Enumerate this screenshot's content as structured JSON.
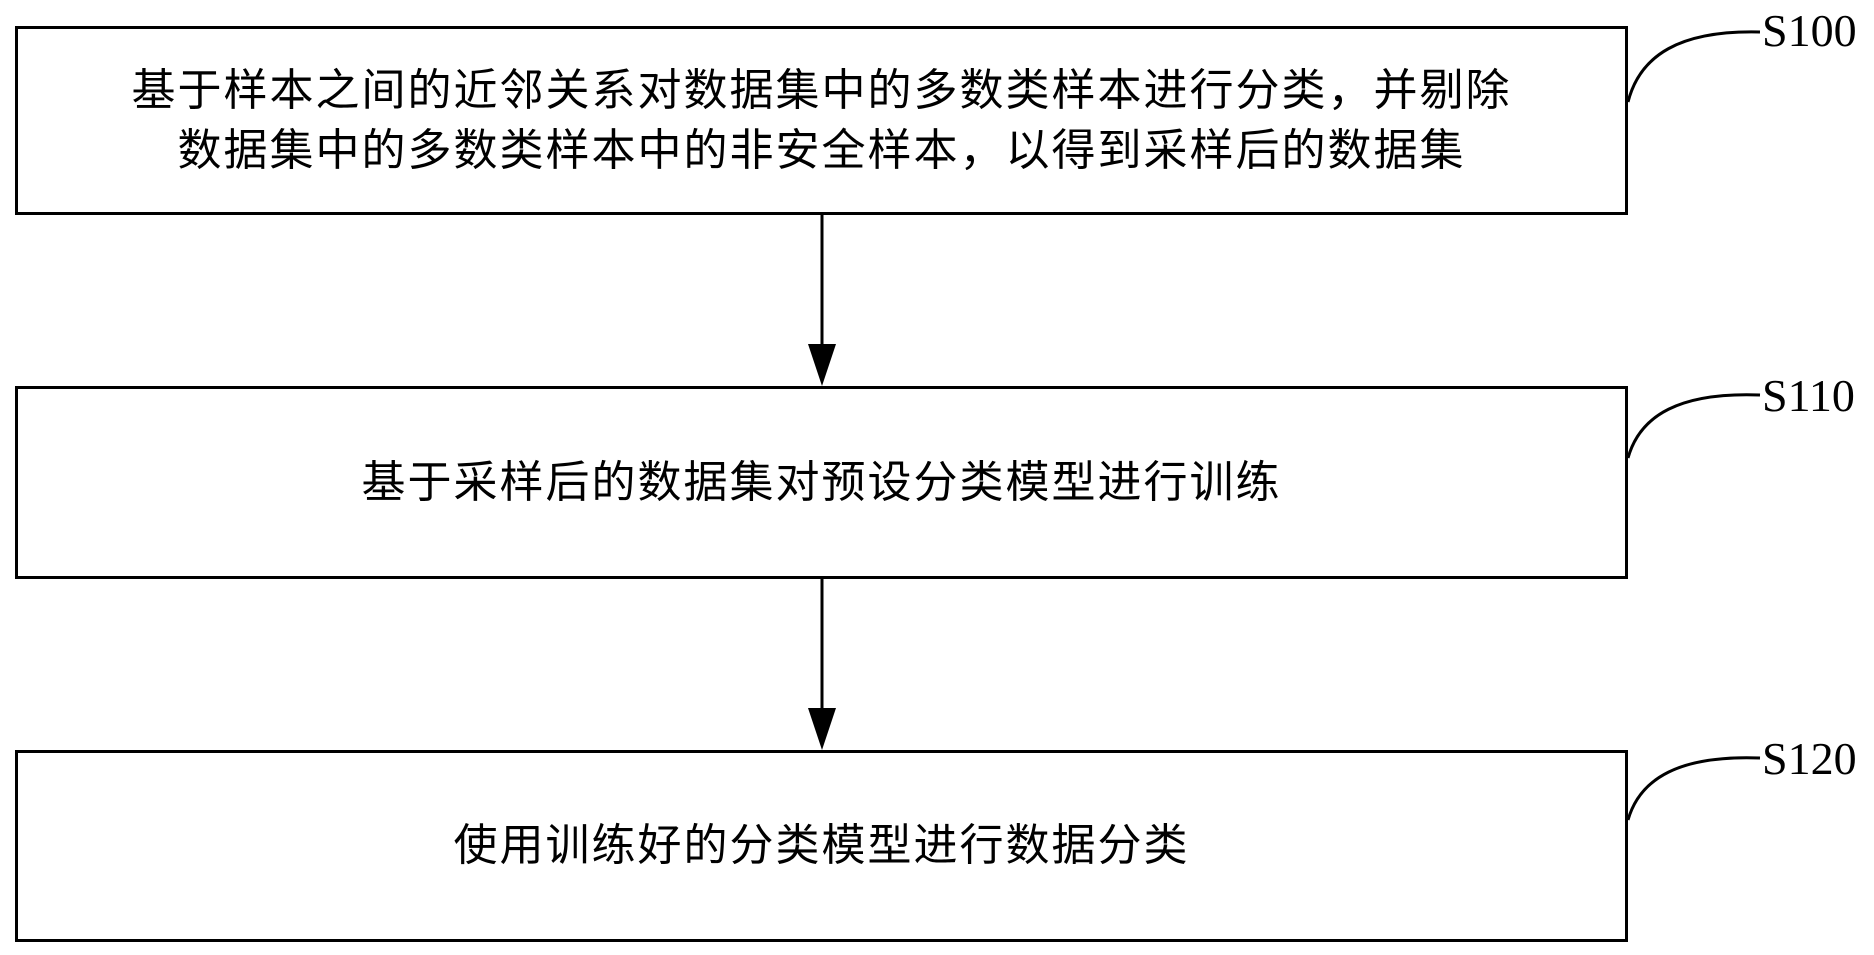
{
  "steps": [
    {
      "id": "S100",
      "lines": [
        "基于样本之间的近邻关系对数据集中的多数类样本进行分类，并剔除",
        "数据集中的多数类样本中的非安全样本，以得到采样后的数据集"
      ]
    },
    {
      "id": "S110",
      "lines": [
        "基于采样后的数据集对预设分类模型进行训练"
      ]
    },
    {
      "id": "S120",
      "lines": [
        "使用训练好的分类模型进行数据分类"
      ]
    }
  ],
  "colors": {
    "stroke": "#000000",
    "background": "#ffffff"
  }
}
